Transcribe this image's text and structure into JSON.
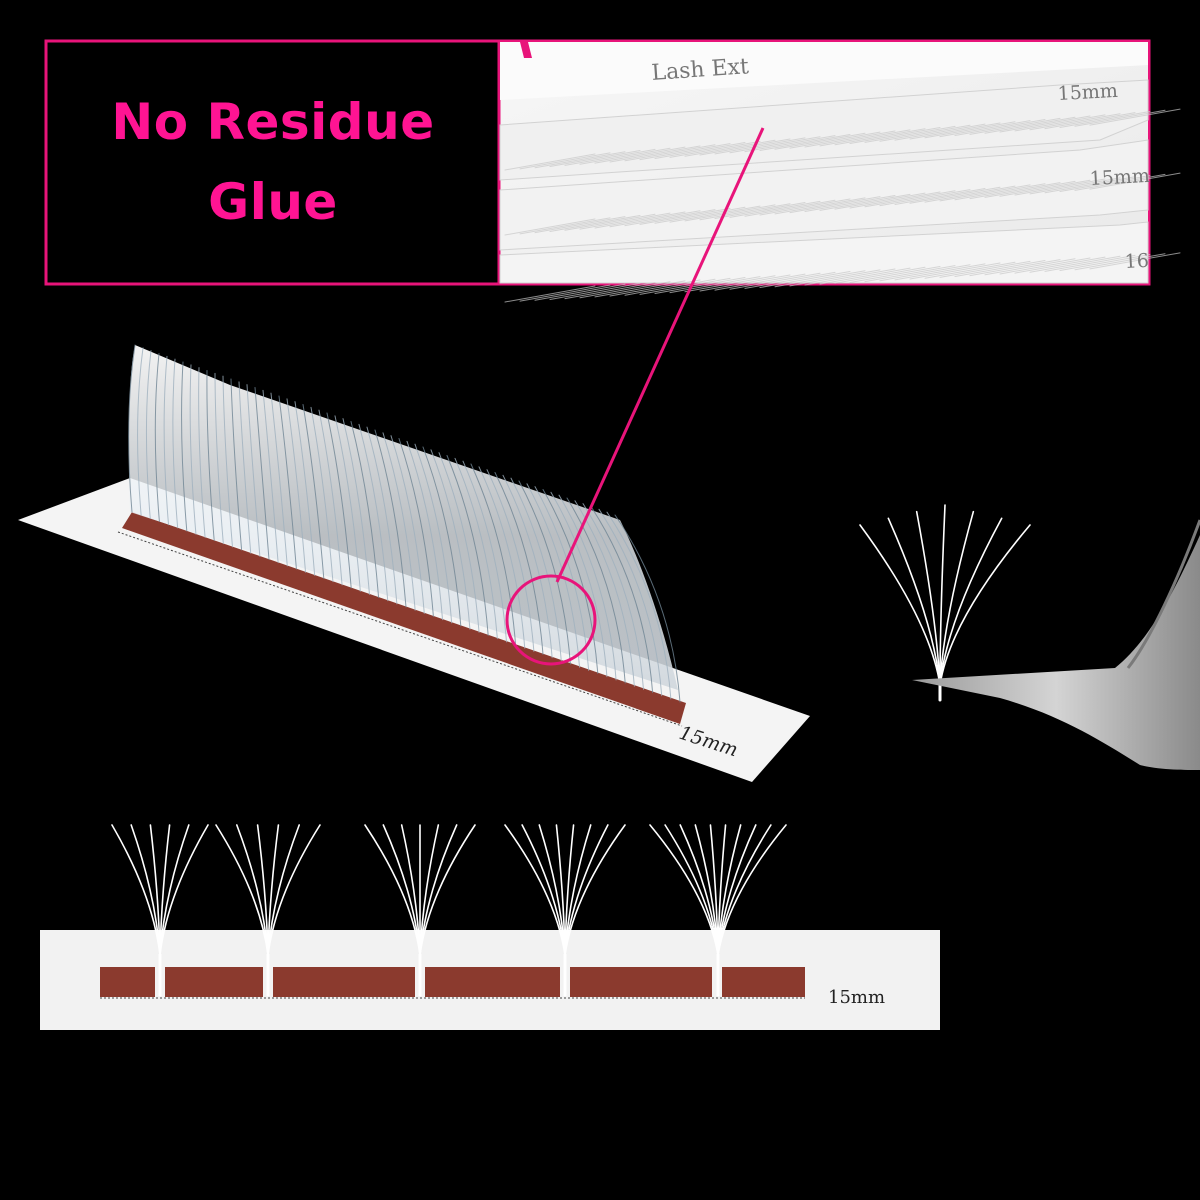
{
  "headline": {
    "line1": "No Residue",
    "line2": "Glue"
  },
  "zoom_panel": {
    "box_text": "Lash Ext",
    "length_labels": [
      "15mm",
      "15mm",
      "16"
    ]
  },
  "classic_tray": {
    "length_label": "15mm"
  },
  "fan_tray": {
    "length_label": "15mm",
    "fan_count": 5
  },
  "colors": {
    "accent": "#e8147a",
    "headline_text": "#ff1493",
    "background": "#000000",
    "glue_strip": "#8b3a2e",
    "card": "#f4f4f4"
  }
}
